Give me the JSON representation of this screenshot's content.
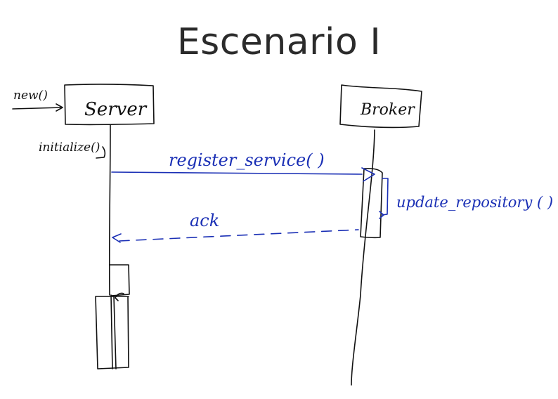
{
  "title": "Escenario I",
  "colors": {
    "ink_black": "#111111",
    "ink_blue": "#1a2fb5",
    "title_text": "#2b2b2b"
  },
  "participants": [
    {
      "name": "Server"
    },
    {
      "name": "Broker"
    }
  ],
  "messages": {
    "create": "new()",
    "init": "initialize()",
    "register": "register_service( )",
    "update": "update_repository ( )",
    "ack": "ack"
  }
}
